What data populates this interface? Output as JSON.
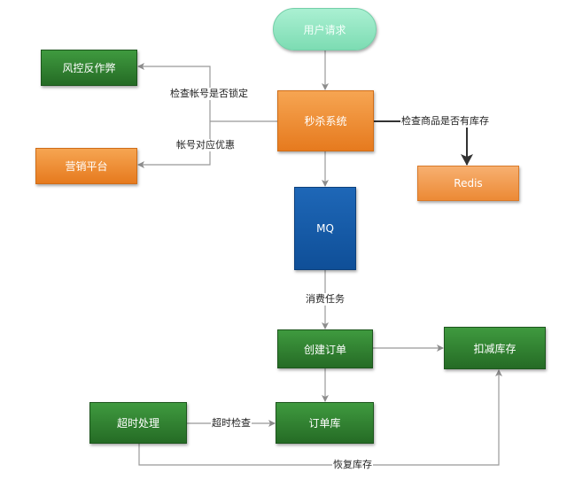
{
  "nodes": {
    "user_request": "用户请求",
    "seckill_system": "秒杀系统",
    "risk_control": "风控反作弊",
    "marketing_platform": "营销平台",
    "redis": "Redis",
    "mq": "MQ",
    "create_order": "创建订单",
    "deduct_stock": "扣减库存",
    "order_db": "订单库",
    "timeout_handle": "超时处理"
  },
  "edges": {
    "check_account_locked": "检查帐号是否锁定",
    "account_discount": "帐号对应优惠",
    "check_product_stock": "检查商品是否有库存",
    "consume_task": "消费任务",
    "timeout_check": "超时检查",
    "restore_stock": "恢复库存"
  },
  "colors": {
    "green": "#2e7d2e",
    "orange": "#ee8a35",
    "blue": "#1259a8",
    "mint": "#8fe3bf",
    "line": "#999999"
  }
}
